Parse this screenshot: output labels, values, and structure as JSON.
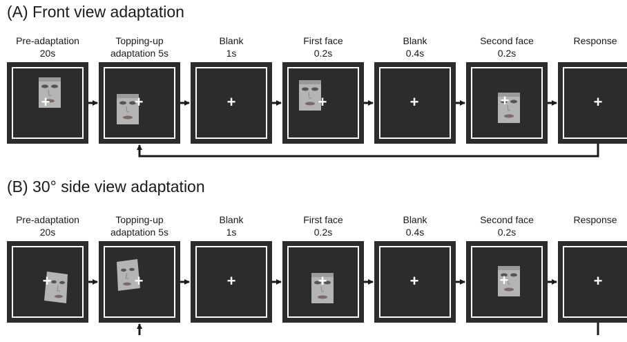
{
  "panels": [
    {
      "title": "(A) Front view adaptation",
      "steps": [
        {
          "line1": "Pre-adaptation",
          "line2": "20s"
        },
        {
          "line1": "Topping-up",
          "line2": "adaptation 5s"
        },
        {
          "line1": "Blank",
          "line2": "1s"
        },
        {
          "line1": "First face",
          "line2": "0.2s"
        },
        {
          "line1": "Blank",
          "line2": "0.4s"
        },
        {
          "line1": "Second face",
          "line2": "0.2s"
        },
        {
          "line1": "Response",
          "line2": ""
        }
      ],
      "fixation": "+"
    },
    {
      "title": "(B) 30° side view adaptation",
      "steps": [
        {
          "line1": "Pre-adaptation",
          "line2": "20s"
        },
        {
          "line1": "Topping-up",
          "line2": "adaptation 5s"
        },
        {
          "line1": "Blank",
          "line2": "1s"
        },
        {
          "line1": "First face",
          "line2": "0.2s"
        },
        {
          "line1": "Blank",
          "line2": "0.4s"
        },
        {
          "line1": "Second face",
          "line2": "0.2s"
        },
        {
          "line1": "Response",
          "line2": ""
        }
      ],
      "fixation": "+"
    }
  ],
  "colors": {
    "screen": "#2c2c2c",
    "frame": "#ffffff",
    "arrow": "#1a1a1a",
    "face": "#b4b4b4"
  }
}
